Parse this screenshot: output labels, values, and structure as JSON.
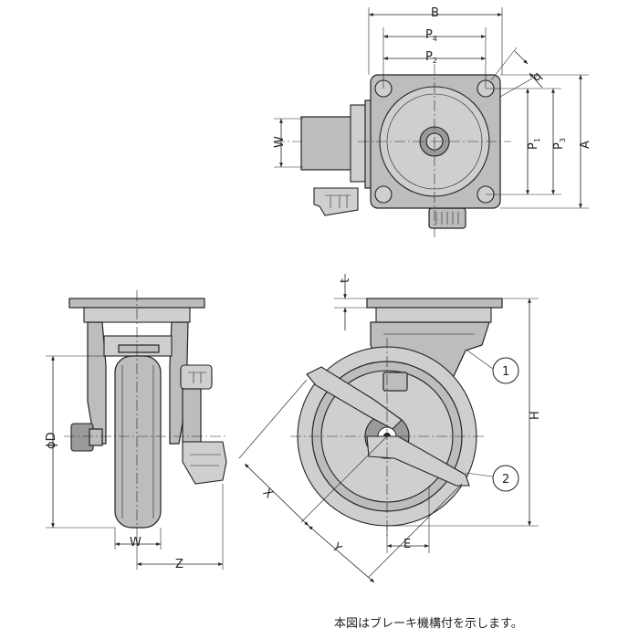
{
  "labels": {
    "B": "B",
    "P4": "P",
    "P4_sub": "4",
    "P2": "P",
    "P2_sub": "2",
    "q": "q",
    "W_top": "W",
    "P1": "P",
    "P1_sub": "1",
    "P3": "P",
    "P3_sub": "3",
    "A": "A",
    "t": "t",
    "H": "H",
    "phiD": "ϕD",
    "W_front": "W",
    "Z": "Z",
    "X": "X",
    "Y": "Y",
    "E": "E",
    "callout_1": "1",
    "callout_2": "2"
  },
  "note": "本図はブレーキ機構付を示します。"
}
